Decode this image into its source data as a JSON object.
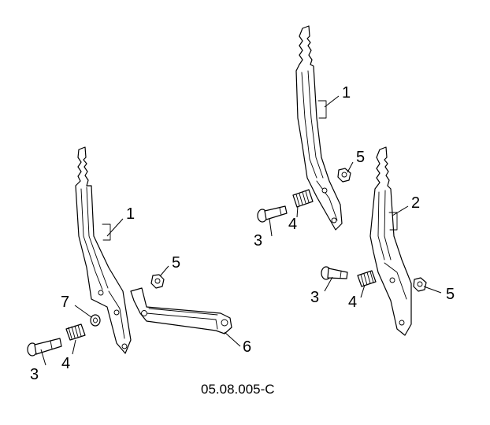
{
  "diagram": {
    "reference_code": "05.08.005-C",
    "callouts": {
      "left_lever": "1",
      "left_bolt": "3",
      "left_spring": "4",
      "left_nut": "5",
      "left_rod": "6",
      "left_washer": "7",
      "top_lever": "1",
      "top_nut": "5",
      "top_bolt": "3",
      "top_spring": "4",
      "right_lever": "2",
      "right_bolt": "3",
      "right_spring": "4",
      "right_nut": "5"
    },
    "colors": {
      "line": "#000000",
      "background": "#ffffff"
    }
  }
}
